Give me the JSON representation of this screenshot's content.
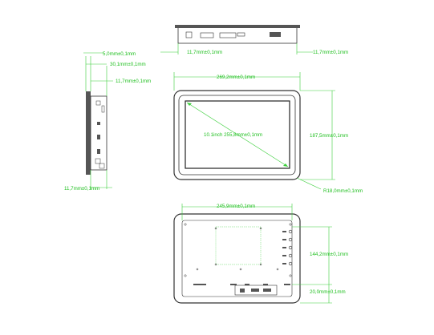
{
  "colors": {
    "dimension": "#1fbf1f",
    "outline": "#333333"
  },
  "dimensions": {
    "top_left_depth": "11,7mm±0,1mm",
    "top_right_depth": "11,7mm±0,1mm",
    "side_5mm": "5,0mm±0,1mm",
    "side_30mm": "30,1mm±0,1mm",
    "side_11_7_top": "11,7mm±0,1mm",
    "side_11_7_bottom": "11,7mm±0,1mm",
    "front_width": "269,2mm±0,1mm",
    "front_height": "187,5mm±0,1mm",
    "front_diagonal": "10.1inch 255,8mm±0,1mm",
    "front_radius": "R18,0mm±0,1mm",
    "back_width": "245,9mm±0,1mm",
    "back_height": "144,2mm±0,1mm",
    "back_bottom": "20,0mm±0,1mm"
  }
}
